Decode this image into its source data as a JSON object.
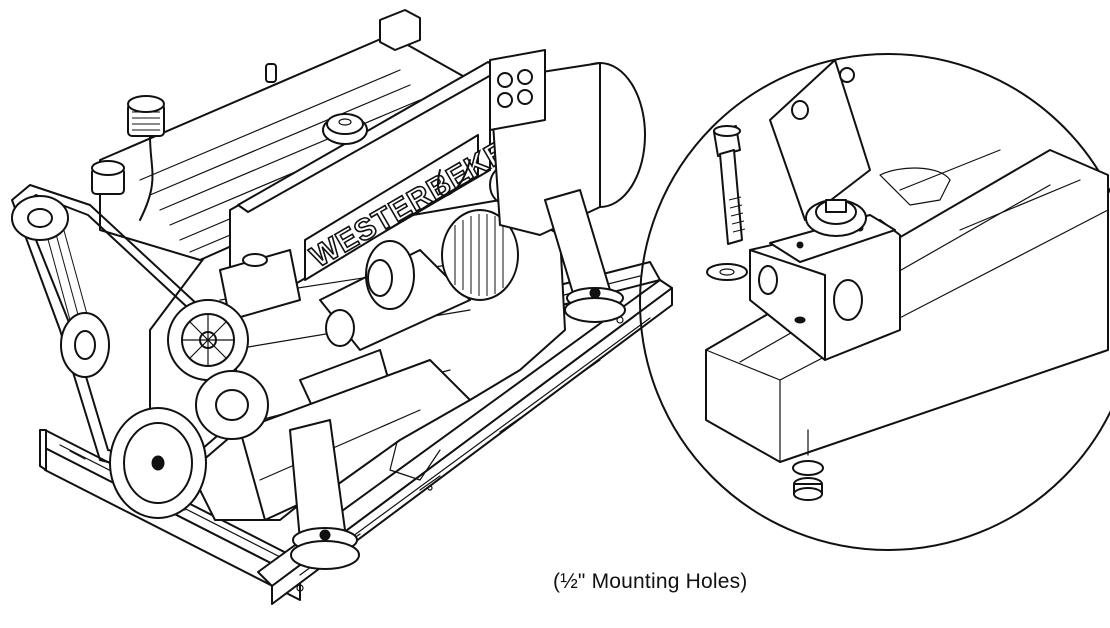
{
  "figure": {
    "engine_badge_text": "WESTERBEKE",
    "caption": "(½\" Mounting Holes)",
    "parts": {
      "engine": "engine-drawing",
      "detail": "mounting-hole-detail-inset"
    }
  }
}
